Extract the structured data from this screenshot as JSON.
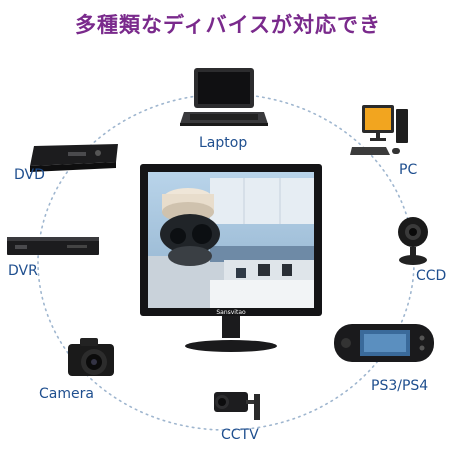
{
  "headline": "多種類なディバイスが対応でき",
  "colors": {
    "headline": "#7a2a8c",
    "label": "#1f4f8f",
    "ring": "#9fb6cf"
  },
  "devices": [
    {
      "id": "laptop",
      "label": "Laptop"
    },
    {
      "id": "pc",
      "label": "PC"
    },
    {
      "id": "dvd",
      "label": "DVD"
    },
    {
      "id": "ccd",
      "label": "CCD"
    },
    {
      "id": "dvr",
      "label": "DVR"
    },
    {
      "id": "camera",
      "label": "Camera"
    },
    {
      "id": "ps",
      "label": "PS3/PS4"
    },
    {
      "id": "cctv",
      "label": "CCTV"
    }
  ],
  "monitor": {
    "brand": "Sansvitao",
    "image": "security-camera-office-scene"
  }
}
